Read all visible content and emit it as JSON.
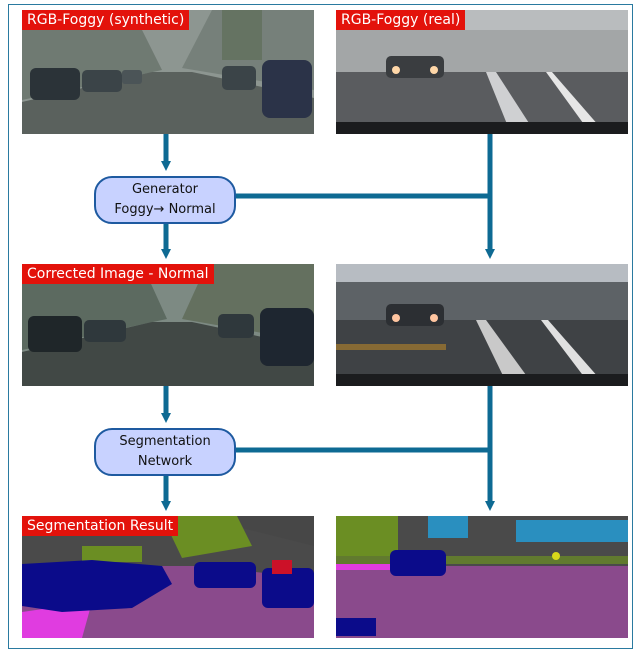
{
  "panels": {
    "foggy_synthetic": {
      "label": "RGB-Foggy (synthetic)"
    },
    "foggy_real": {
      "label": "RGB-Foggy (real)"
    },
    "corrected": {
      "label": "Corrected Image - Normal"
    },
    "segmentation": {
      "label": "Segmentation Result"
    }
  },
  "nodes": {
    "generator": {
      "line1": "Generator",
      "line2": "Foggy→ Normal"
    },
    "segnet": {
      "line1": "Segmentation",
      "line2": "Network"
    }
  },
  "colors": {
    "arrow": "#0e6a93",
    "node_fill": "#c8d2ff",
    "node_border": "#1e5aa0",
    "label_bg": "#e3120b",
    "seg_road": "#8a4a8c",
    "seg_car": "#0b0b8a",
    "seg_vegetation": "#6b8e23",
    "seg_sky": "#2a8fbf",
    "seg_building": "#4a4a4a",
    "seg_sidewalk": "#e03ce0"
  }
}
